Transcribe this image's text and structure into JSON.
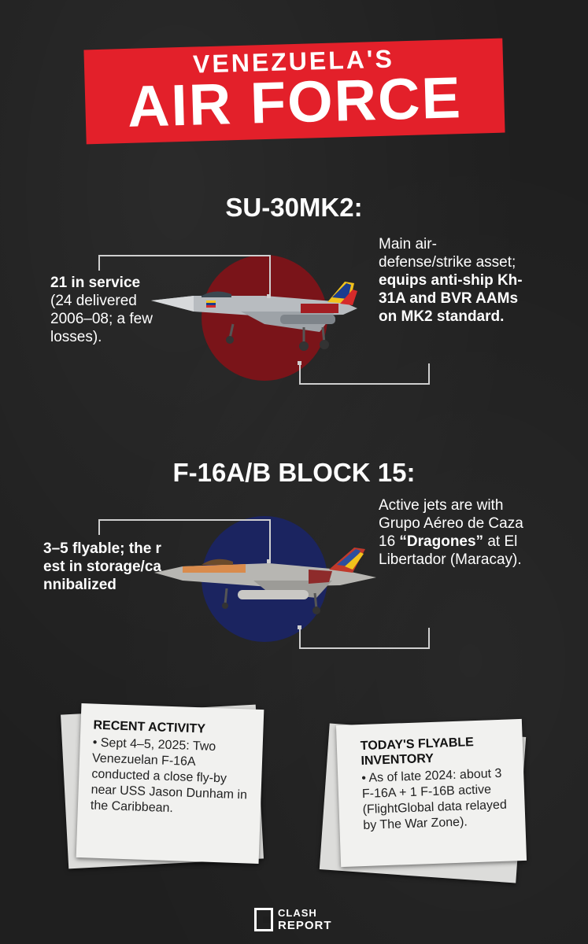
{
  "header": {
    "subtitle": "VENEZUELA'S",
    "title": "AIR FORCE"
  },
  "su30": {
    "heading": "SU-30MK2:",
    "left_bold": "21 in service",
    "left_rest": "(24 delivered 2006–08; a few losses).",
    "right_line1": "Main air-defense/strike asset; ",
    "right_bold": "equips anti-ship Kh-31A and BVR AAMs on MK2 standard.",
    "circle_color": "#7a1419"
  },
  "f16": {
    "heading": "F-16A/B BLOCK 15:",
    "left_bold": "3–5 flyable; the rest in storage/cannibalized",
    "right_start": "Active jets are with Grupo Aéreo de Caza 16 ",
    "right_bold": "“Dragones”",
    "right_end": " at El Libertador (Maracay).",
    "circle_color": "#1b2460"
  },
  "notes": {
    "recent": {
      "title": "RECENT ACTIVITY",
      "body": "• Sept 4–5, 2025: Two Venezuelan F-16A conducted a close fly-by near USS Jason Dunham in the Caribbean."
    },
    "inventory": {
      "title": "TODAY'S FLYABLE INVENTORY",
      "body": "• As of late 2024: about 3 F-16A + 1 F-16B active (FlightGlobal data relayed by The War Zone)."
    }
  },
  "logo": {
    "line1": "CLASH",
    "line2": "REPORT"
  }
}
